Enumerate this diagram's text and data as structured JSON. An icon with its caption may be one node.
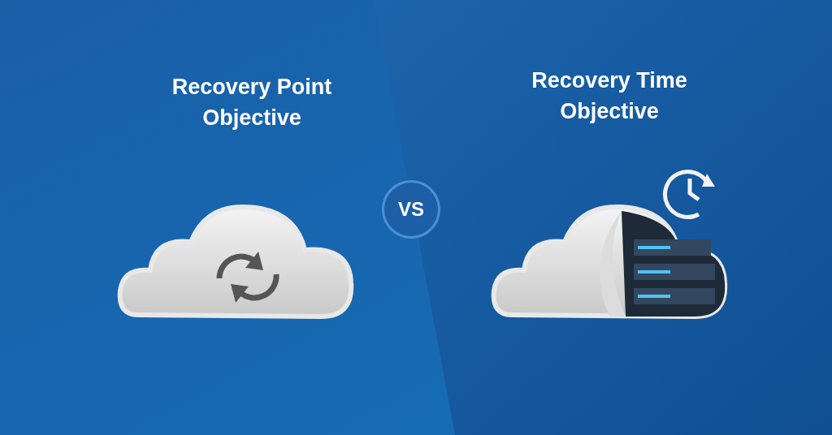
{
  "diagram": {
    "nodes": [
      {
        "text": [
          "VS"
        ]
      }
    ],
    "labels": [
      "Recovery Point Objective",
      "Recovery Time Objective"
    ]
  }
}
